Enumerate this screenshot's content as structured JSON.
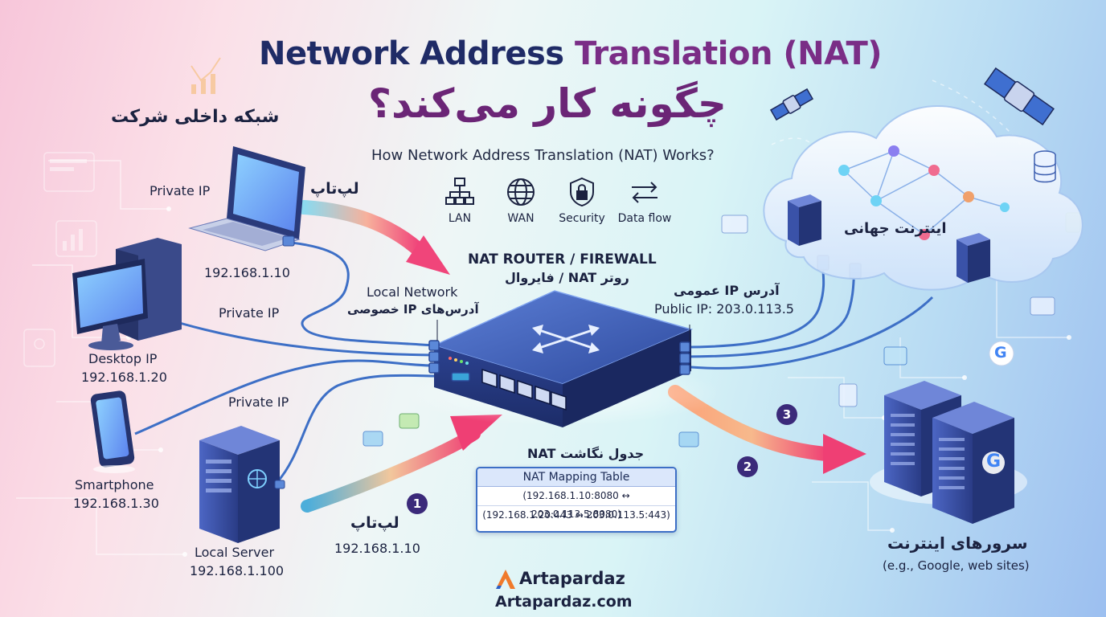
{
  "header": {
    "title_en_part1": "Network Address ",
    "title_en_part2": "Translation (NAT)",
    "title_fa": "چگونه کار می‌کند؟",
    "subtitle": "How Network Address Translation (NAT) Works?"
  },
  "legend": {
    "items": [
      {
        "icon": "lan-icon",
        "label": "LAN"
      },
      {
        "icon": "wan-globe-icon",
        "label": "WAN"
      },
      {
        "icon": "security-shield-icon",
        "label": "Security"
      },
      {
        "icon": "data-flow-arrows-icon",
        "label": "Data flow"
      }
    ]
  },
  "internal_network": {
    "title": "شبکه داخلی شرکت",
    "laptop": {
      "tag": "Private IP",
      "name_fa": "لپ‌تاپ",
      "ip": "192.168.1.10"
    },
    "desktop": {
      "tag": "Private IP",
      "name": "Desktop IP",
      "ip": "192.168.1.20"
    },
    "smartphone": {
      "tag": "Private IP",
      "name": "Smartphone",
      "ip": "192.168.1.30"
    },
    "server": {
      "name": "Local Server",
      "ip": "192.168.1.100"
    },
    "local_network_label": "Local Network",
    "private_ips_fa": "آدرس‌های IP خصوصی"
  },
  "router": {
    "title": "NAT ROUTER / FIREWALL",
    "title_fa": "روتر NAT / فایروال"
  },
  "public": {
    "label_fa": "آدرس IP عمومی",
    "ip_label": "Public IP: 203.0.113.5"
  },
  "internet": {
    "cloud_label": "اینترنت جهانی",
    "servers_label": "سرورهای اینترنت",
    "servers_example": "(e.g., Google, web sites)"
  },
  "nat_table": {
    "title_fa": "جدول نگاشت NAT",
    "header": "NAT Mapping Table",
    "rows": [
      "(192.168.1.10:8080 ↔ 203.0.113.5:8080)",
      "(192.168.1.20:443 ↔ 203.0.113.5:443)"
    ]
  },
  "flow": {
    "source_name_fa": "لپ‌تاپ",
    "source_ip": "192.168.1.10",
    "steps": [
      "1",
      "2",
      "3"
    ]
  },
  "brand": {
    "name": "Artapardaz",
    "site": "Artapardaz.com"
  },
  "colors": {
    "title_dark": "#1f2b66",
    "title_purple": "#7a2d86",
    "cable_blue": "#3d6fc6",
    "arrow_pink": "#f0457a",
    "router_body": "#2f4fa8"
  }
}
